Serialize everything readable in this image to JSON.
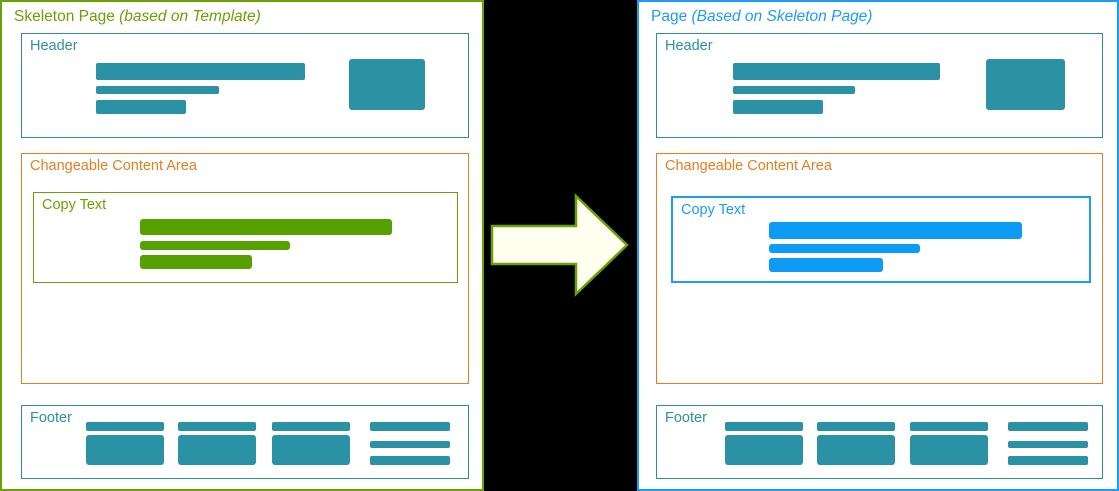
{
  "colors": {
    "green": "#6aa202",
    "green_fill": "#56a000",
    "blue": "#1b9df6",
    "blue_fill": "#0d9bf5",
    "teal": "#2b92a5",
    "orange": "#ea7d1e",
    "background": "#000000",
    "panel_background": "#ffffff"
  },
  "left_panel": {
    "title_main": "Skeleton Page ",
    "title_italic": "(based on Template)",
    "header": {
      "label": "Header"
    },
    "content_area": {
      "label": "Changeable Content Area"
    },
    "copy_text": {
      "label": "Copy Text"
    },
    "footer": {
      "label": "Footer"
    }
  },
  "right_panel": {
    "title_main": "Page ",
    "title_italic": "(Based on Skeleton Page)",
    "header": {
      "label": "Header"
    },
    "content_area": {
      "label": "Changeable Content Area"
    },
    "copy_text": {
      "label": "Copy Text"
    },
    "footer": {
      "label": "Footer"
    }
  },
  "arrow": {
    "icon": "right-arrow-icon",
    "fill": "#fffff0",
    "stroke": "#6aa202",
    "direction": "right"
  }
}
